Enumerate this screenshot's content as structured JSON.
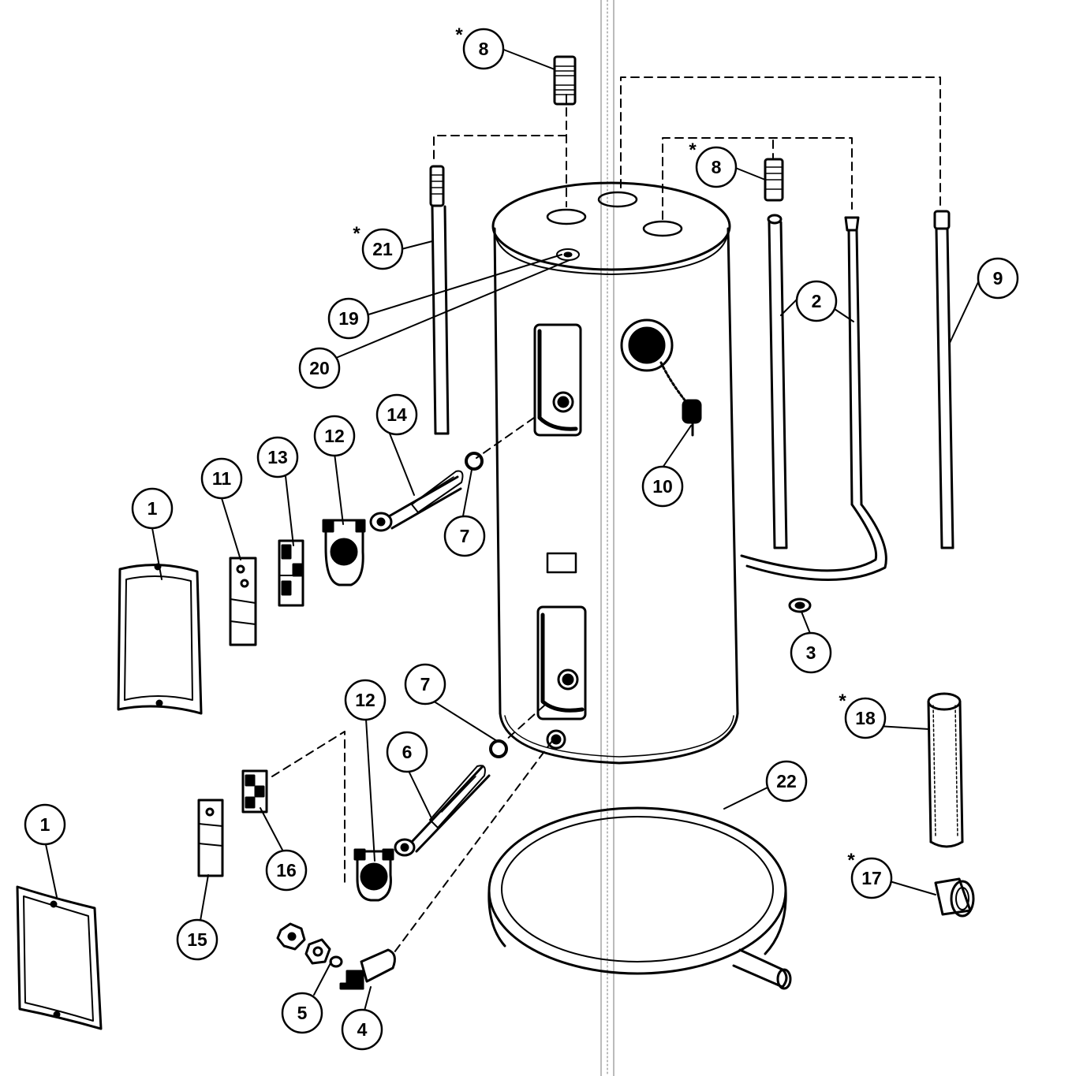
{
  "callouts": [
    {
      "label": "1"
    },
    {
      "label": "1"
    },
    {
      "label": "2"
    },
    {
      "label": "3"
    },
    {
      "label": "4"
    },
    {
      "label": "5"
    },
    {
      "label": "6"
    },
    {
      "label": "7"
    },
    {
      "label": "7"
    },
    {
      "label": "8"
    },
    {
      "label": "8"
    },
    {
      "label": "9"
    },
    {
      "label": "10"
    },
    {
      "label": "11"
    },
    {
      "label": "12"
    },
    {
      "label": "12"
    },
    {
      "label": "13"
    },
    {
      "label": "14"
    },
    {
      "label": "15"
    },
    {
      "label": "16"
    },
    {
      "label": "17"
    },
    {
      "label": "18"
    },
    {
      "label": "19"
    },
    {
      "label": "20"
    },
    {
      "label": "21"
    },
    {
      "label": "22"
    }
  ],
  "asterisk": "*"
}
